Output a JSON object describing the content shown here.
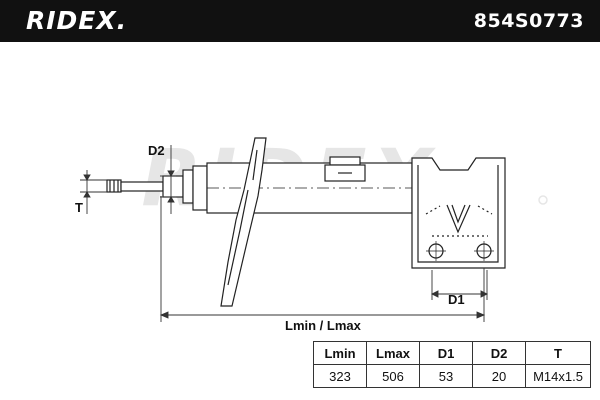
{
  "header": {
    "brand": "RIDEX.",
    "part_number": "854S0773"
  },
  "watermark": "RIDEX",
  "dimension_labels": {
    "d2": "D2",
    "t": "T",
    "d1": "D1",
    "length": "Lmin / Lmax"
  },
  "specs": {
    "headers": [
      "Lmin",
      "Lmax",
      "D1",
      "D2",
      "T"
    ],
    "values": [
      "323",
      "506",
      "53",
      "20",
      "M14x1.5"
    ]
  },
  "colors": {
    "header_bg": "#111111",
    "line": "#222222",
    "watermark": "#e6e6e6"
  }
}
